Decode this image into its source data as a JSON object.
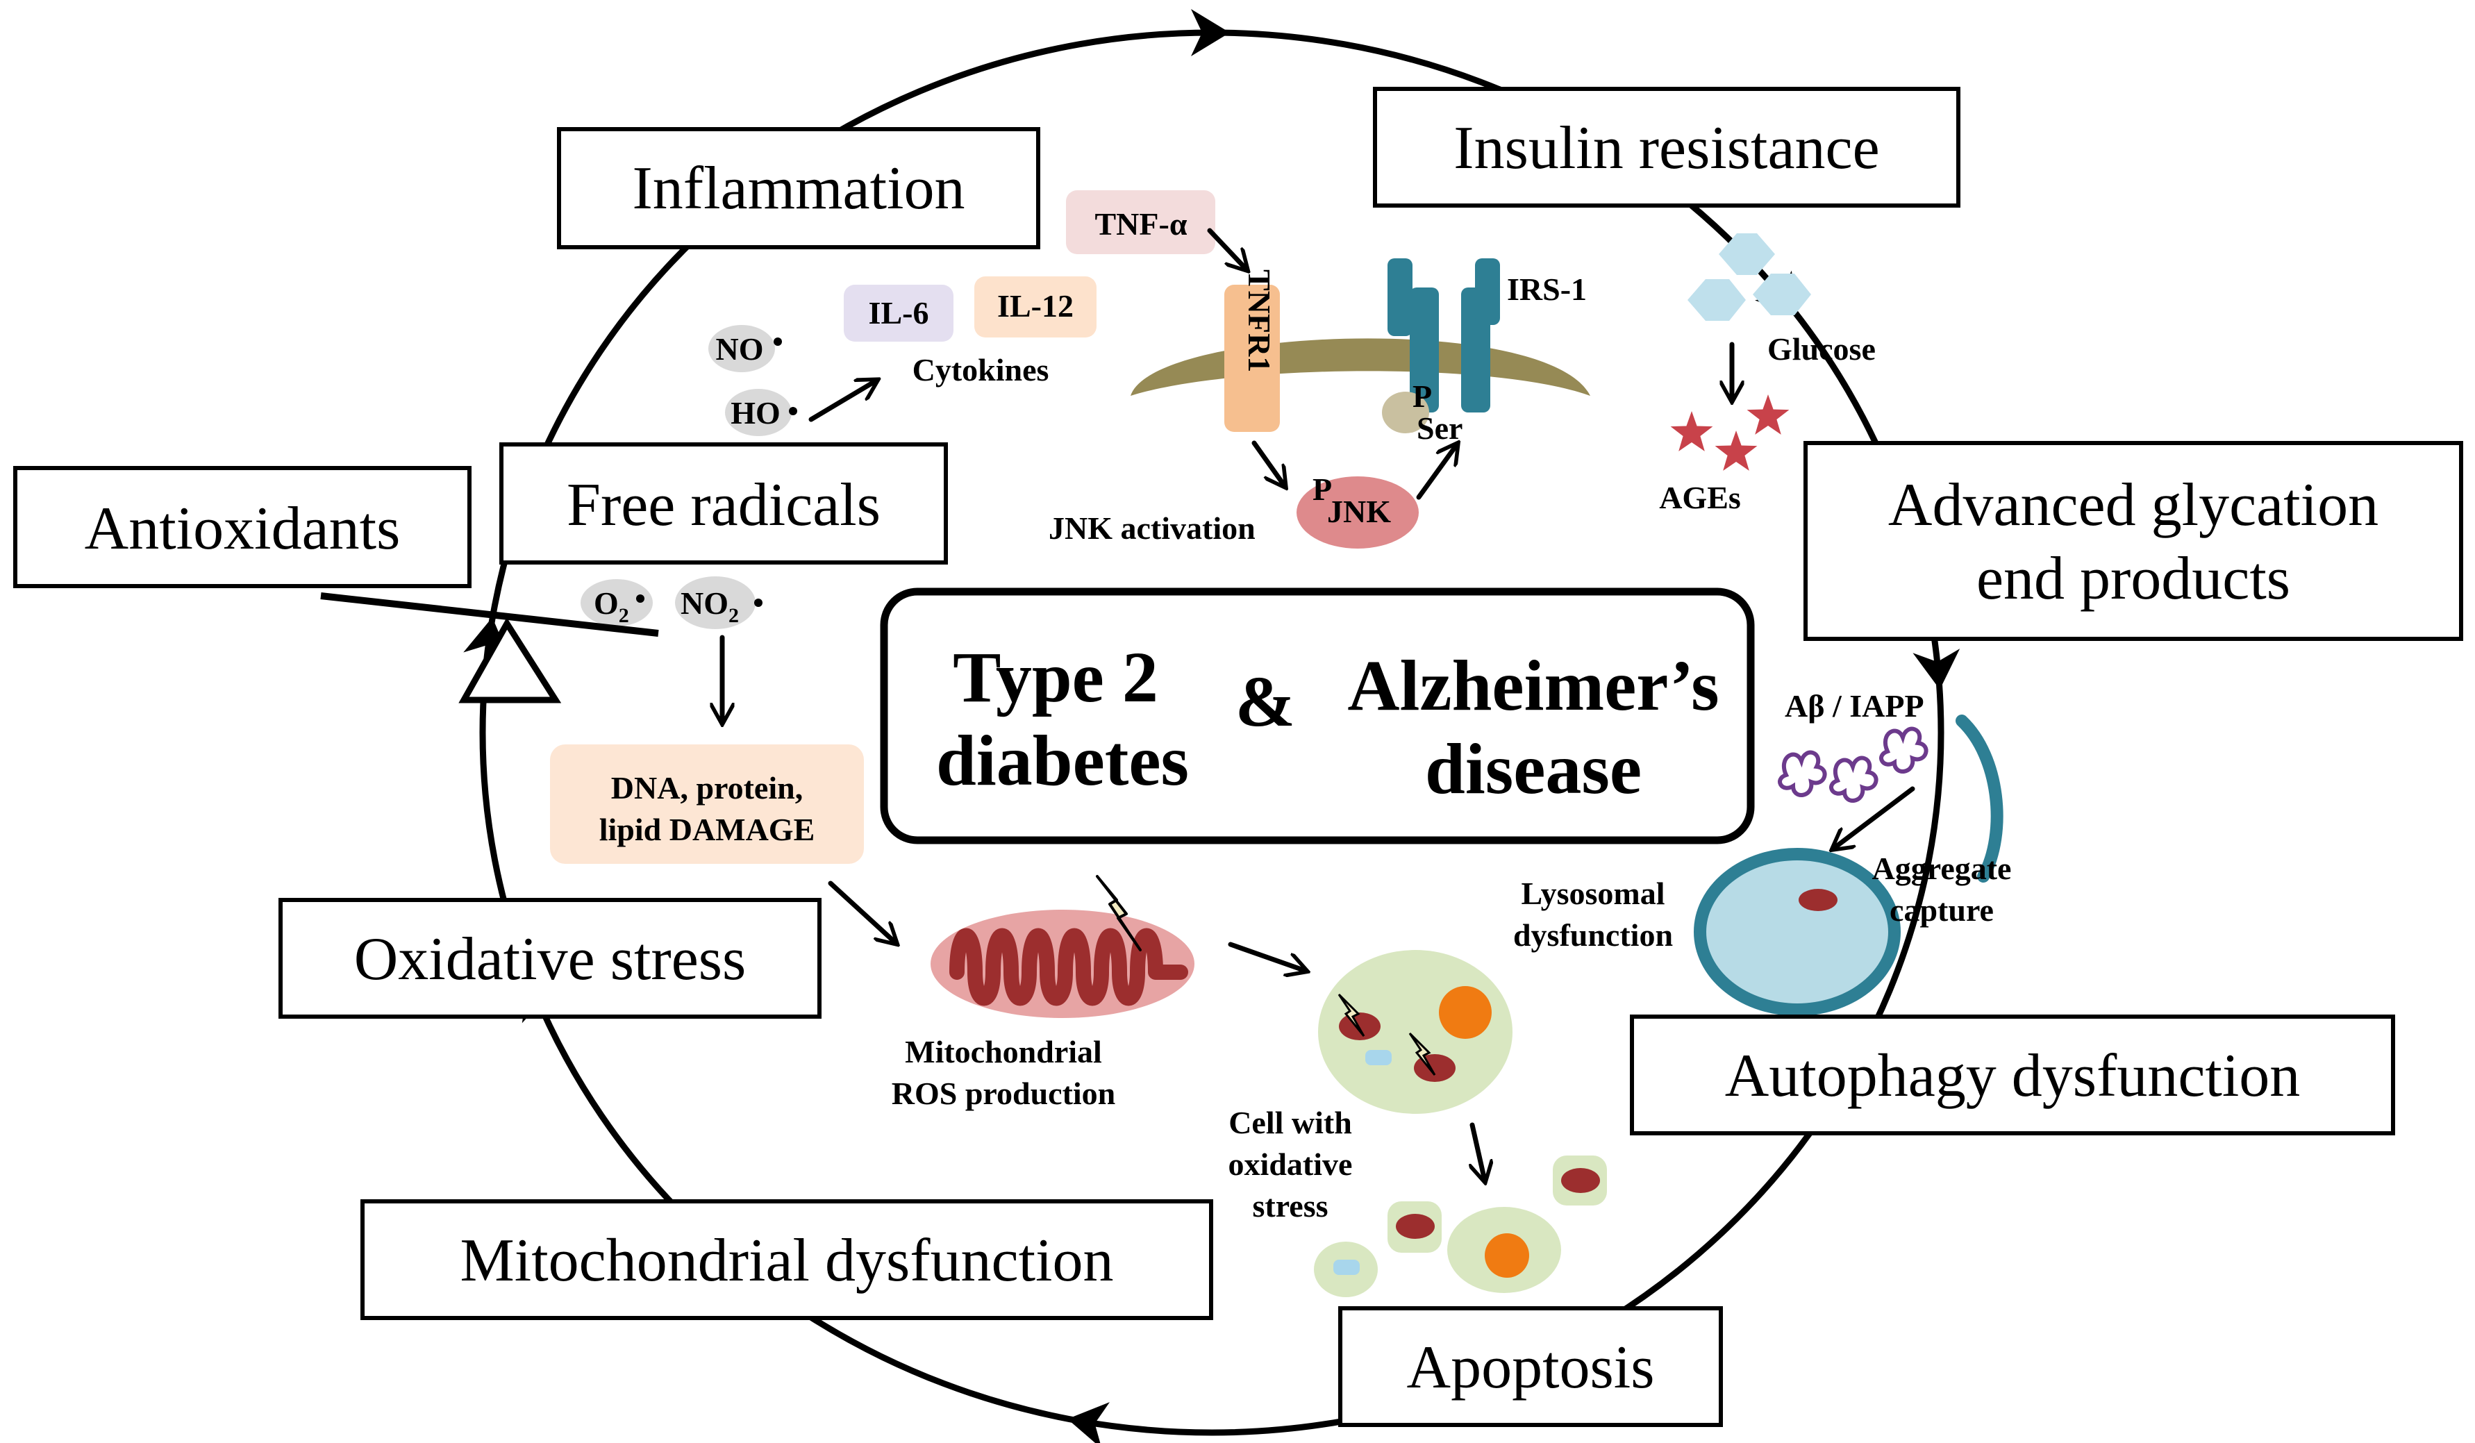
{
  "center": {
    "left_line1": "Type 2",
    "left_line2": "diabetes",
    "amp": "&",
    "right_line1": "Alzheimer’s",
    "right_line2": "disease"
  },
  "cycle_boxes": {
    "inflammation": "Inflammation",
    "insulin_resistance": "Insulin resistance",
    "age_line1": "Advanced glycation",
    "age_line2": "end products",
    "autophagy": "Autophagy dysfunction",
    "apoptosis": "Apoptosis",
    "mito_dysfunction": "Mitochondrial dysfunction",
    "oxidative_stress": "Oxidative stress",
    "free_radicals": "Free radicals",
    "antioxidants": "Antioxidants"
  },
  "labels": {
    "no_radical": "NO",
    "ho_radical": "HO",
    "il6": "IL-6",
    "il12": "IL-12",
    "cytokines": "Cytokines",
    "tnf_alpha": "TNF-α",
    "tnfr1": "TNFR1",
    "irs1": "IRS-1",
    "p_ser_p": "P",
    "p_ser_ser": "Ser",
    "p_jnk_p": "P",
    "p_jnk_jnk": "JNK",
    "jnk_activation": "JNK activation",
    "glucose": "Glucose",
    "ages": "AGEs",
    "o2": "O",
    "o2_sub": "2",
    "no2": "NO",
    "no2_sub": "2",
    "damage_line1": "DNA, protein,",
    "damage_line2": "lipid DAMAGE",
    "mito_ros_line1": "Mitochondrial",
    "mito_ros_line2": "ROS production",
    "cell_line1": "Cell with",
    "cell_line2": "oxidative",
    "cell_line3": "stress",
    "abeta_iapp": "Aβ / IAPP",
    "lysosomal_line1": "Lysosomal",
    "lysosomal_line2": "dysfunction",
    "aggregate_line1": "Aggregate",
    "aggregate_line2": "capture"
  },
  "colors": {
    "membrane": "#968a55",
    "tnfr1": "#f6bf8f",
    "irs1": "#2e7f94",
    "jnk": "#de8a8c",
    "pser": "#c9c0a0",
    "tnf_bg": "#f3dcdc",
    "il6_bg": "#e4dff0",
    "il12_bg": "#fde2cc",
    "radical_bg": "#d9d9d9",
    "damage_bg": "#fde6d4",
    "glucose": "#bfe0ec",
    "ages_star": "#c8424a",
    "mito_outer": "#e7a4a4",
    "mito_inner": "#9c2e2e",
    "cell": "#d9e7c1",
    "nucleus": "#f07b12",
    "aggregate": "#6c3a8c",
    "lysosome_fill": "#b7dbe6",
    "lysosome_ring": "#2e7f94"
  }
}
